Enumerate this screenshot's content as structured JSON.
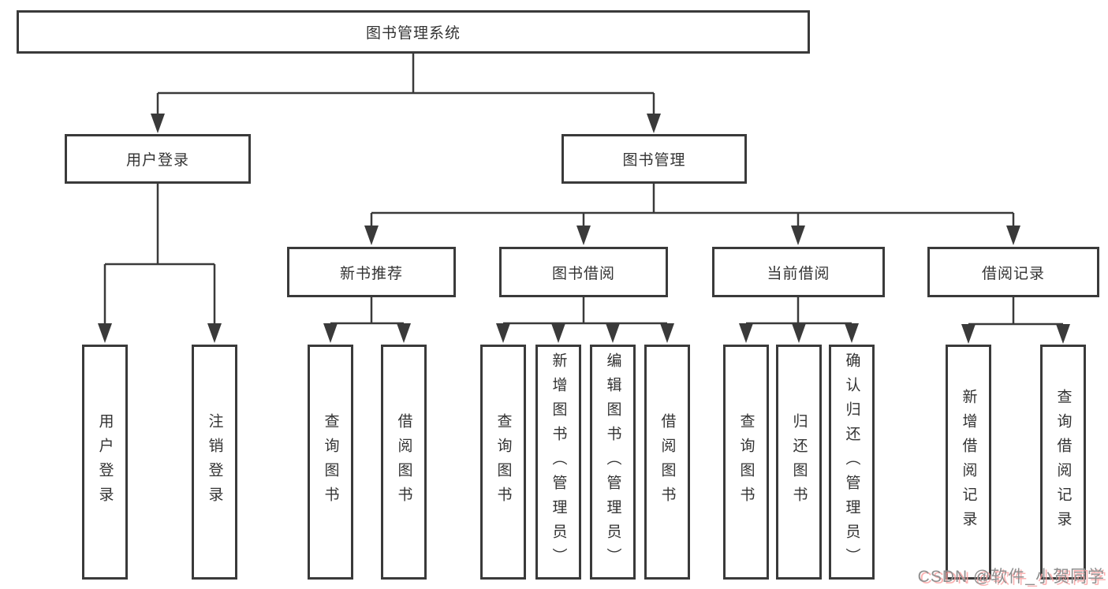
{
  "diagram": {
    "root": {
      "label": "图书管理系统"
    },
    "branches": [
      {
        "label": "用户登录",
        "children": [
          "用户登录",
          "注销登录"
        ]
      },
      {
        "label": "图书管理",
        "modules": [
          {
            "label": "新书推荐",
            "children": [
              "查询图书",
              "借阅图书"
            ]
          },
          {
            "label": "图书借阅",
            "children": [
              "查询图书",
              "新增图书（管理员）",
              "编辑图书（管理员）",
              "借阅图书"
            ]
          },
          {
            "label": "当前借阅",
            "children": [
              "查询图书",
              "归还图书",
              "确认归还（管理员）"
            ]
          },
          {
            "label": "借阅记录",
            "children": [
              "新增借阅记录",
              "查询借阅记录"
            ]
          }
        ]
      }
    ]
  },
  "watermark": {
    "text": "CSDN @软件_小贺同学"
  },
  "colors": {
    "line": "#3a3a3a",
    "box_border": "#3a3a3a",
    "text": "#333333",
    "background": "#ffffff",
    "watermark_gray": "#8f8f8f",
    "watermark_pink": "#faa5a5"
  }
}
